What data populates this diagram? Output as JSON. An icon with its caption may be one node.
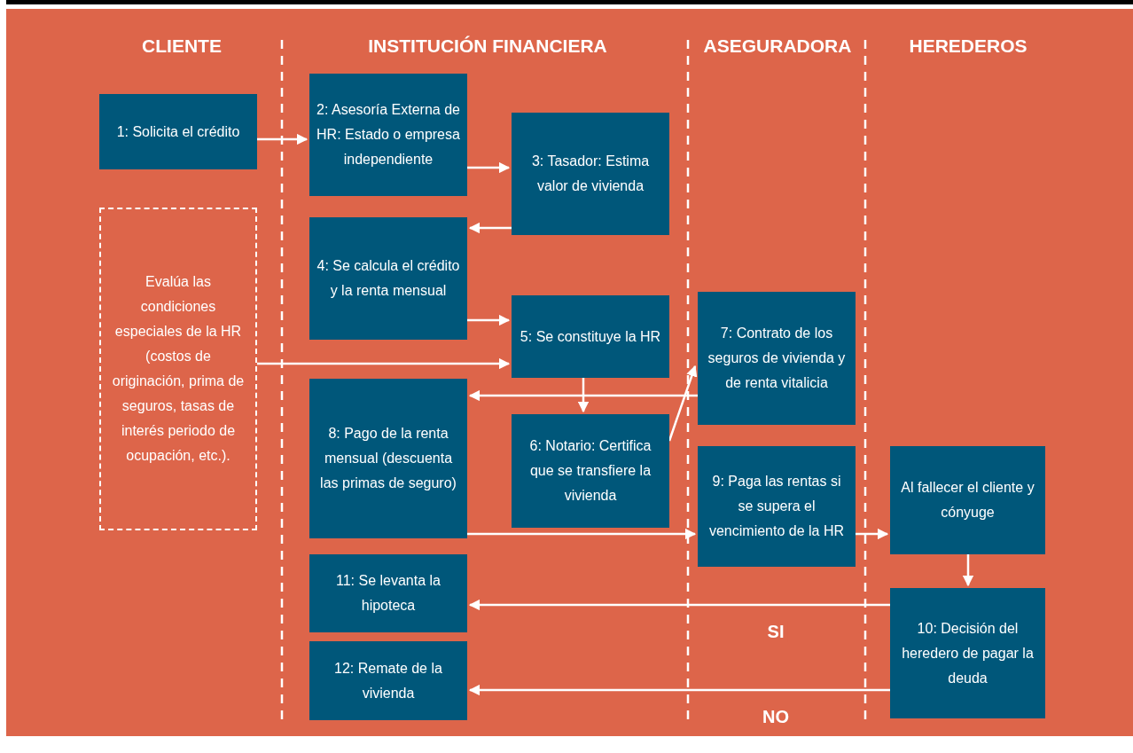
{
  "diagram": {
    "nodes": [
      {
        "text": [
          "1: Solicita el crédito"
        ]
      },
      {
        "text": [
          "2: Asesoría Externa de HR: Estado o empresa independiente"
        ]
      },
      {
        "text": [
          "3: Tasador: Estima valor de vivienda"
        ]
      },
      {
        "text": [
          "Evalúa las condiciones especiales de la HR (costos de originación, prima de seguros, tasas de interés periodo de ocupación, etc.)."
        ]
      },
      {
        "text": [
          "4: Se calcula el crédito y la renta mensual"
        ]
      },
      {
        "text": [
          "5: Se constituye la HR"
        ]
      },
      {
        "text": [
          "7: Contrato de los seguros de vivienda y de renta vitalicia"
        ]
      },
      {
        "text": [
          "8: Pago de la renta mensual (descuenta las primas de seguro)"
        ]
      },
      {
        "text": [
          "6: Notario: Certifica que se transfiere la vivienda"
        ]
      },
      {
        "text": [
          "9: Paga las rentas si se supera el vencimiento de la HR"
        ]
      },
      {
        "text": [
          "Al fallecer el cliente y cónyuge"
        ]
      },
      {
        "text": [
          "11: Se levanta la hipoteca"
        ]
      },
      {
        "text": [
          "10: Decisión del heredero de pagar la deuda"
        ]
      },
      {
        "text": [
          "12: Remate de la vivienda"
        ]
      }
    ],
    "edges": [
      {
        "from": 0,
        "to": 1,
        "arrow": "to"
      },
      {
        "from": 1,
        "to": 2,
        "arrow": "to"
      },
      {
        "from": 2,
        "to": 4,
        "arrow": "to"
      },
      {
        "from": 4,
        "to": 5,
        "arrow": "to"
      },
      {
        "from": 3,
        "to": 5,
        "arrow": "to"
      },
      {
        "from": 5,
        "to": 8,
        "arrow": "to"
      },
      {
        "from": 6,
        "to": 7,
        "arrow": "to"
      },
      {
        "from": 8,
        "to": 6,
        "arrow": "to"
      },
      {
        "from": 7,
        "to": 9,
        "arrow": "to"
      },
      {
        "from": 9,
        "to": 10,
        "arrow": "to"
      },
      {
        "from": 10,
        "to": 12,
        "arrow": "to"
      },
      {
        "from": 12,
        "to": 11,
        "arrow": "to",
        "label": "SI"
      },
      {
        "from": 12,
        "to": 13,
        "arrow": "to",
        "label": "NO"
      }
    ],
    "labels": [
      "CLIENTE",
      "INSTITUCIÓN FINANCIERA",
      "ASEGURADORA",
      "HEREDEROS"
    ]
  }
}
